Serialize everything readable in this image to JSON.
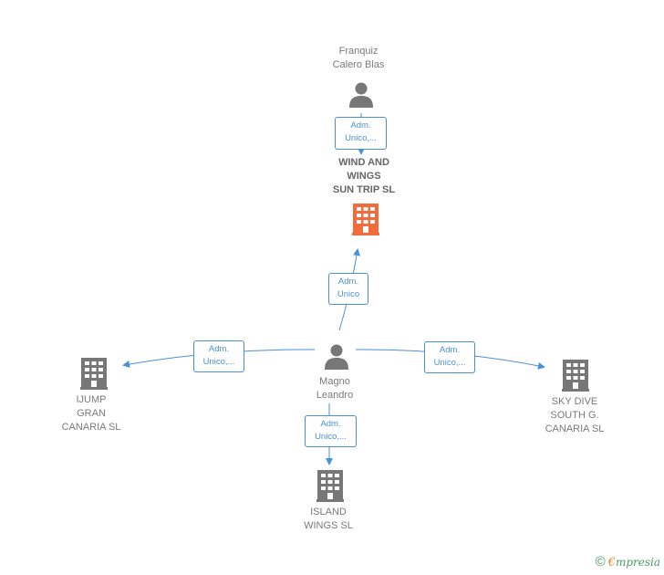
{
  "colors": {
    "link": "#4a90d9",
    "person": "#777777",
    "company": "#777777",
    "focus_company": "#f26b3a"
  },
  "nodes": {
    "franquiz": {
      "label": "Franquiz\nCalero Blas",
      "icon": "person-icon"
    },
    "wind": {
      "label": "WIND AND\nWINGS\nSUN TRIP  SL",
      "icon": "building-icon"
    },
    "magno": {
      "label": "Magno\nLeandro",
      "icon": "person-icon"
    },
    "ijump": {
      "label": "IJUMP\nGRAN\nCANARIA  SL",
      "icon": "building-icon"
    },
    "skydive": {
      "label": "SKY DIVE\nSOUTH G.\nCANARIA SL",
      "icon": "building-icon"
    },
    "island": {
      "label": "ISLAND\nWINGS  SL",
      "icon": "building-icon"
    }
  },
  "relations": {
    "franquiz_wind": {
      "line1": "Adm.",
      "line2": "Unico,..."
    },
    "magno_wind": {
      "line1": "Adm.",
      "line2": "Unico"
    },
    "magno_ijump": {
      "line1": "Adm.",
      "line2": "Unico,..."
    },
    "magno_skydive": {
      "line1": "Adm.",
      "line2": "Unico,..."
    },
    "magno_island": {
      "line1": "Adm.",
      "line2": "Unico,..."
    }
  },
  "footer": {
    "copyright": "©",
    "brand_initial": "€",
    "brand_rest": "mpresia"
  }
}
